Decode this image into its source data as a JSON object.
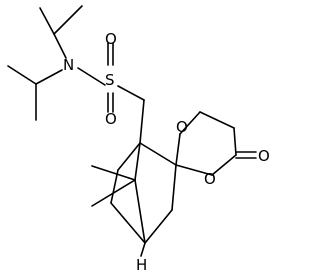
{
  "molecule": {
    "atom_labels": {
      "n": "N",
      "s": "S",
      "o_sulfonyl_top": "O",
      "o_sulfonyl_bottom": "O",
      "o_ring_top": "O",
      "o_ring_bottom": "O",
      "o_carbonyl": "O",
      "h_bridgehead": "H"
    }
  }
}
